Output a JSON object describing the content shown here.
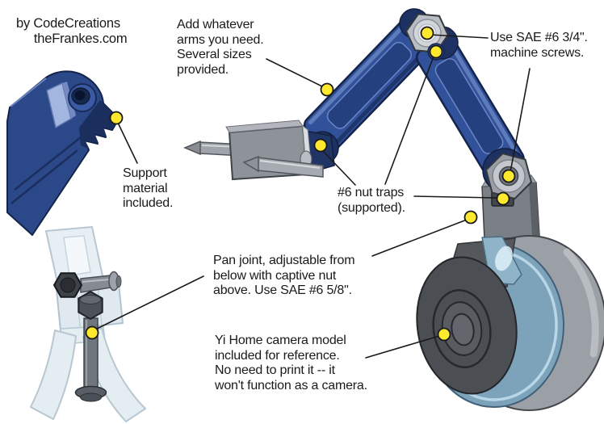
{
  "credit": {
    "text": "by CodeCreations\n     theFrankes.com"
  },
  "annotations": {
    "arms": "Add whatever\narms you need.\nSeveral sizes\nprovided.",
    "screws": "Use SAE #6 3/4\".\nmachine screws.",
    "support": "Support\nmaterial\nincluded.",
    "nut_traps": "#6 nut traps\n(supported).",
    "pan_joint": "Pan joint, adjustable from\nbelow with captive nut\nabove. Use SAE #6 5/8\".",
    "camera": "Yi Home camera model\nincluded for reference.\nNo need to print it -- it\nwon't function as a camera."
  },
  "markers": {
    "style": "yellow-dot",
    "count": 10,
    "fill": "#ffe92e",
    "stroke": "#1a1a1a"
  },
  "palette": {
    "background": "#ffffff",
    "text": "#1a1a1a",
    "leader_line": "#1a1a1a",
    "model_blue": "#31519b",
    "model_blue_dark": "#1d3162",
    "pocket_blue": "#24407e",
    "metal_gray": "#9aa0a6",
    "plate_gray": "#8e939a",
    "block_gray": "#7b8087",
    "bracket_blue": "#8fb4c8",
    "camera_face_gray": "#4b4e53",
    "ghost_blue": "#e7eff4"
  }
}
